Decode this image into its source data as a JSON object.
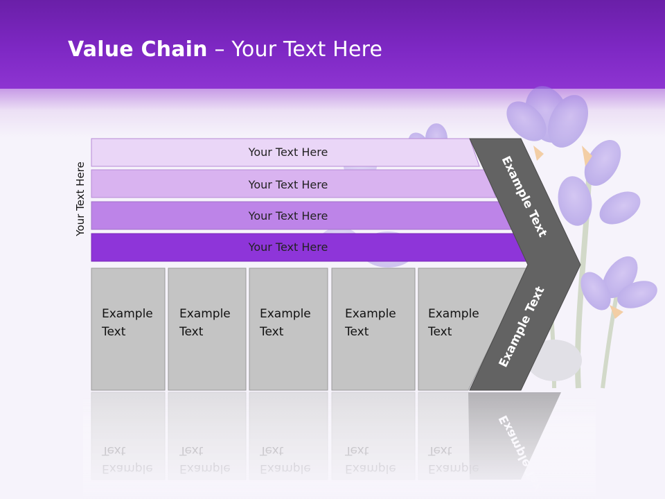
{
  "slide": {
    "title_bold": "Value Chain",
    "title_rest": " – Your Text Here"
  },
  "side_label": "Your Text Here",
  "bars": [
    {
      "label": "Your Text Here",
      "color": "#ead6f7"
    },
    {
      "label": "Your Text Here",
      "color": "#d9b3f0"
    },
    {
      "label": "Your Text Here",
      "color": "#bd84e8"
    },
    {
      "label": "Your Text Here",
      "color": "#8e35d9"
    }
  ],
  "boxes": [
    {
      "line1": "Example",
      "line2": "Text"
    },
    {
      "line1": "Example",
      "line2": "Text"
    },
    {
      "line1": "Example",
      "line2": "Text"
    },
    {
      "line1": "Example",
      "line2": "Text"
    },
    {
      "line1": "Example",
      "line2": "Text"
    }
  ],
  "chevron": {
    "upper_label": "Example Text",
    "lower_label": "Example Text",
    "color": "#636363"
  },
  "colors": {
    "header": "#7e28c4",
    "box_fill": "#c4c4c4",
    "box_stroke": "#9a9a9a"
  }
}
